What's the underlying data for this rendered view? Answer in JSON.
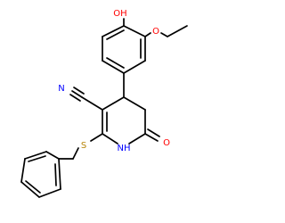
{
  "molecule": {
    "atom_labels": {
      "oh": "OH",
      "o_ether": "O",
      "n_nitrile": "N",
      "s_thioether": "S",
      "nh": "NH",
      "o_carbonyl": "O"
    }
  },
  "colors": {
    "background": "#ffffff",
    "bond": "#000000",
    "oxygen": "#ff0000",
    "nitrogen": "#0000ff",
    "sulfur": "#b8860b"
  }
}
